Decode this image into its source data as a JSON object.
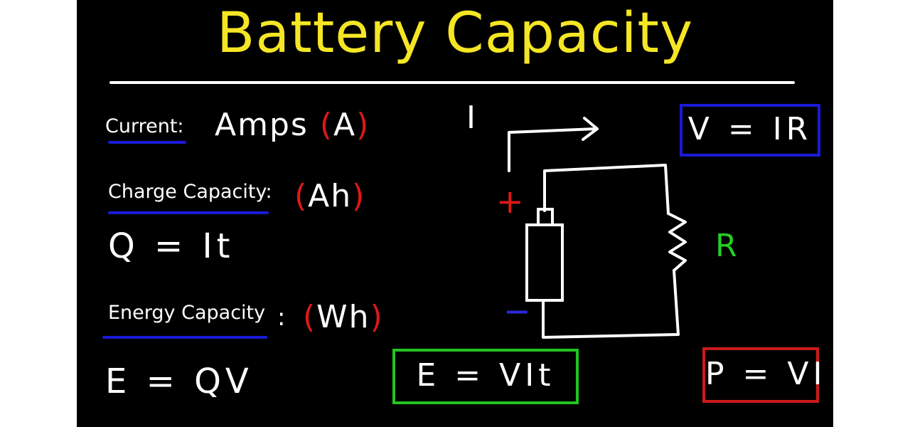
{
  "title": "Battery Capacity",
  "current": {
    "label": "Current:",
    "unit_name": "Amps",
    "open": "(",
    "unit": "A",
    "close": ")"
  },
  "charge": {
    "label": "Charge Capacity:",
    "open": "(",
    "unit": "Ah",
    "close": ")",
    "formula": "Q = It"
  },
  "energy": {
    "label": "Energy Capacity",
    "colon": ":",
    "open": "(",
    "unit": "Wh",
    "close": ")",
    "formula": "E = QV"
  },
  "boxed_formulas": {
    "ohms_law": "V = IR",
    "energy": "E = VIt",
    "power": "P = VI"
  },
  "circuit": {
    "current_label": "I",
    "plus": "+",
    "minus": "−",
    "resistor_label": "R"
  },
  "colors": {
    "title": "#f5e625",
    "underline": "#1a1ad8",
    "paren": "#e01818",
    "box_blue": "#1a1ad8",
    "box_green": "#22c322",
    "box_red": "#cc1a1a",
    "resistor_label": "#22d022",
    "plus": "#e01818",
    "minus": "#2a2ae0"
  }
}
